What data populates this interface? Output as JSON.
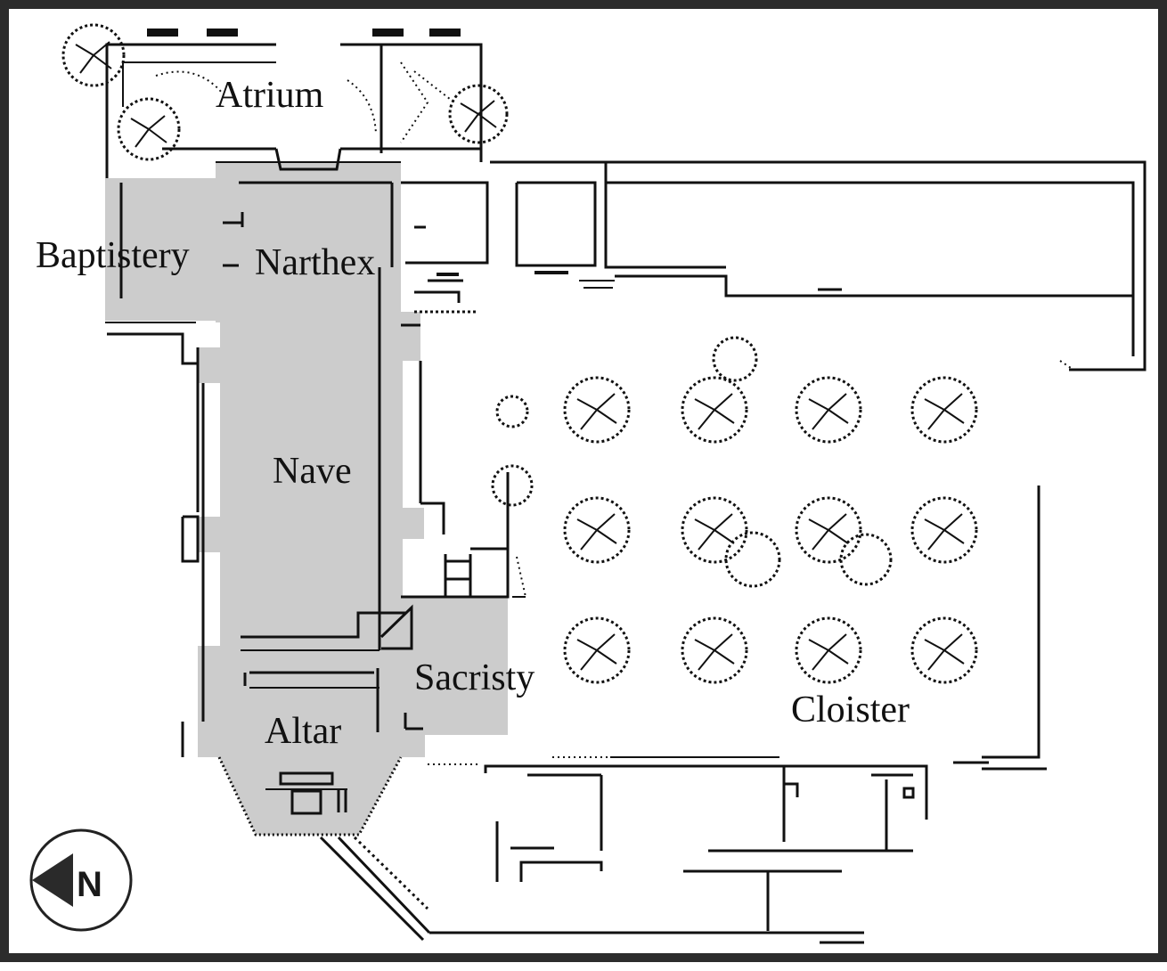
{
  "labels": {
    "atrium": "Atrium",
    "baptistery": "Baptistery",
    "narthex": "Narthex",
    "nave": "Nave",
    "sacristy": "Sacristy",
    "altar": "Altar",
    "cloister": "Cloister"
  },
  "compass": {
    "letter": "N"
  },
  "colors": {
    "church_fill": "#cccccc",
    "line": "#111111",
    "frame": "#2c2c2c"
  }
}
